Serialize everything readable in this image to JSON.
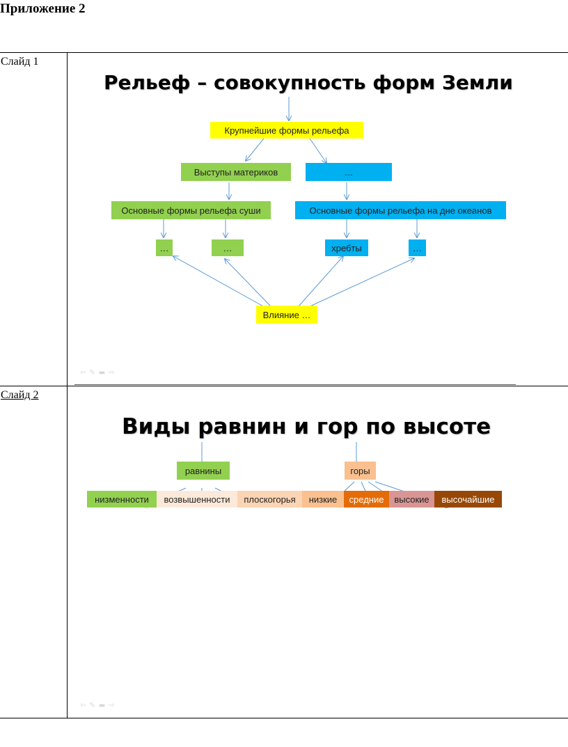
{
  "heading": "Приложение 2",
  "slide1": {
    "label": "Слайд 1",
    "title": "Рельеф – совокупность форм Земли",
    "boxes": {
      "largest": "Крупнейшие формы рельефа",
      "continent": "Выступы материков",
      "ocean_blank": "…",
      "land_forms": "Основные формы рельефа суши",
      "ocean_forms": "Основные формы рельефа на дне океанов",
      "land_blank1": "…",
      "land_blank2": "…",
      "ridges": "хребты",
      "ocean_blank2": "…",
      "influence": "Влияние …"
    },
    "colors": {
      "yellow": "#ffff00",
      "green": "#92d050",
      "blue": "#00b0f0",
      "arrow": "#5b9bd5"
    }
  },
  "slide2": {
    "label": "Слайд 2",
    "title": "Виды равнин и гор по высоте",
    "plains": "равнины",
    "mountains": "горы",
    "scale": [
      {
        "label": "низменности",
        "color": "#92d050"
      },
      {
        "label": "возвышенности",
        "color": "#fde9d9"
      },
      {
        "label": "плоскогорья",
        "color": "#fbd4b4"
      },
      {
        "label": "низкие",
        "color": "#fac090"
      },
      {
        "label": "средние",
        "color": "#e36c09"
      },
      {
        "label": "высокие",
        "color": "#d99594"
      },
      {
        "label": "высочайшие",
        "color": "#974806"
      }
    ]
  }
}
